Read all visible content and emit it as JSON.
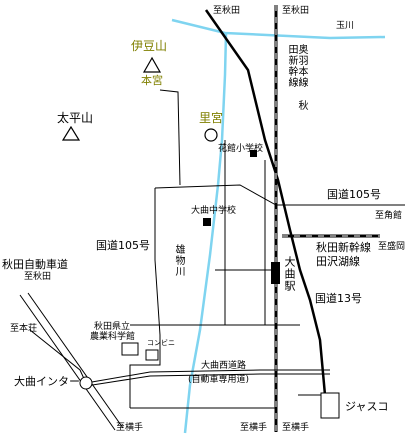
{
  "directions": {
    "to_akita_top_left": "至秋田",
    "to_akita_top_right": "至秋田",
    "to_tamagawa": "玉川",
    "to_kakunodate": "至角館",
    "to_morioka": "至盛岡",
    "to_akita_expressway": "至秋田",
    "to_honjo": "至本荘",
    "to_yokote_left": "至横手",
    "to_yokote_mid": "至横手",
    "to_yokote_right": "至横手"
  },
  "mountains": {
    "izusan": "伊豆山",
    "hongu": "本宮",
    "taiheizan": "太平山",
    "satomiya": "里宮"
  },
  "railways": {
    "ou_line_akita_shinkansen": "奥羽本線 秋田新幹線",
    "akita_shinkansen": "秋田新幹線",
    "tazawako_line": "田沢湖線"
  },
  "roads": {
    "route105_east": "国道105号",
    "route105_west": "国道105号",
    "route13": "国道13号",
    "akita_expressway": "秋田自動車道",
    "omagari_nishi_road": "大曲西道路",
    "omagari_nishi_road_note": "(自動車専用道)",
    "omagari_ic": "大曲インター"
  },
  "places": {
    "hanadate_elementary": "花館小学校",
    "omagari_junior_high": "大曲中学校",
    "omagari_station": "大曲駅",
    "omono_river": "雄物川",
    "akita_prefectural_agri_hs_line1": "秋田県立",
    "akita_prefectural_agri_hs_line2": "農業科学館",
    "convenience_store": "コンビニ",
    "jasco": "ジャスコ"
  },
  "colors": {
    "river": "#7fd4f0",
    "road": "#000000",
    "label_olive": "#808000"
  }
}
